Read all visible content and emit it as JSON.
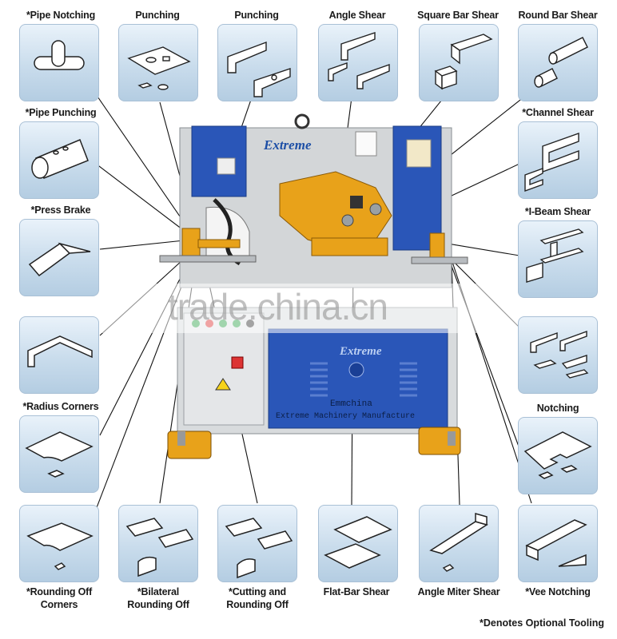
{
  "labels": {
    "pipe_notching": "*Pipe Notching",
    "punching_1": "Punching",
    "punching_2": "Punching",
    "angle_shear": "Angle Shear",
    "square_bar_shear": "Square Bar Shear",
    "round_bar_shear": "Round Bar Shear",
    "pipe_punching": "*Pipe Punching",
    "channel_shear": "*Channel Shear",
    "press_brake": "*Press Brake",
    "i_beam_shear": "*I-Beam Shear",
    "radius_corners": "*Radius Corners",
    "notching": "Notching",
    "rounding_off_corners_1": "*Rounding Off",
    "rounding_off_corners_2": "Corners",
    "bilateral_rounding_off_1": "*Bilateral",
    "bilateral_rounding_off_2": "Rounding Off",
    "cutting_and_rounding_off_1": "*Cutting and",
    "cutting_and_rounding_off_2": "Rounding Off",
    "flat_bar_shear": "Flat-Bar Shear",
    "angle_miter_shear": "Angle Miter Shear",
    "vee_notching": "*Vee Notching"
  },
  "footnote": "*Denotes Optional Tooling",
  "machine": {
    "brand_top": "Extreme",
    "brand_plate": "Extreme",
    "plate_line_1": "Emmchina",
    "plate_line_2": "Extreme Machinery Manufacture"
  },
  "watermark": "trade.china.cn",
  "colors": {
    "machine_blue": "#2a56b8",
    "machine_grey": "#d5d8da",
    "tooling_yellow": "#e8a21a",
    "tile_blue": "#c9dcec"
  }
}
